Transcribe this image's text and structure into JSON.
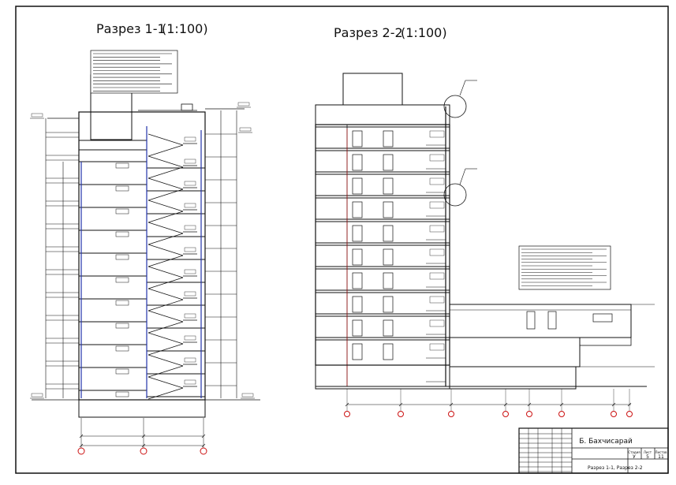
{
  "sections": {
    "s1_title": "Разрез 1-1",
    "s1_scale": "(1:100)",
    "s2_title": "Разрез 2-2",
    "s2_scale": "(1:100)"
  },
  "title_block": {
    "project_code": "Б. Бахчисарай",
    "sheet_title": "Разрез 1-1, Разрез 2-2",
    "stage_label": "Стадия",
    "sheet_label": "Лист",
    "sheets_label": "Листов",
    "stage": "У",
    "sheet": "5",
    "sheets": "11"
  },
  "colors": {
    "line": "#111111",
    "axis_marker": "#cc1111",
    "column_blue": "#2233aa"
  }
}
